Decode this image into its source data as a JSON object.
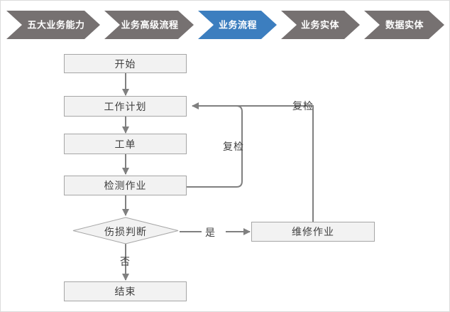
{
  "breadcrumb": {
    "active_index": 2,
    "colors": {
      "inactive": "#767171",
      "active": "#3C7EBF",
      "label": "#FFFFFF"
    },
    "items": [
      {
        "label": "五大业务能力"
      },
      {
        "label": "业务高级流程"
      },
      {
        "label": "业务流程"
      },
      {
        "label": "业务实体"
      },
      {
        "label": "数据实体"
      }
    ]
  },
  "flowchart": {
    "colors": {
      "node_fill": "#F2F2F2",
      "node_border": "#A6A6A6",
      "connector": "#808080",
      "text": "#404040"
    },
    "nodes": [
      {
        "id": "start",
        "label": "开始",
        "shape": "rect"
      },
      {
        "id": "plan",
        "label": "工作计划",
        "shape": "rect"
      },
      {
        "id": "order",
        "label": "工单",
        "shape": "rect"
      },
      {
        "id": "inspect",
        "label": "检测作业",
        "shape": "rect"
      },
      {
        "id": "decision",
        "label": "伤损判断",
        "shape": "diamond"
      },
      {
        "id": "repair",
        "label": "维修作业",
        "shape": "rect"
      },
      {
        "id": "end",
        "label": "结束",
        "shape": "rect"
      }
    ],
    "edge_labels": [
      {
        "id": "recheck-inner",
        "label": "复检"
      },
      {
        "id": "recheck-outer",
        "label": "复检"
      },
      {
        "id": "yes",
        "label": "是"
      },
      {
        "id": "no",
        "label": "否"
      }
    ]
  }
}
